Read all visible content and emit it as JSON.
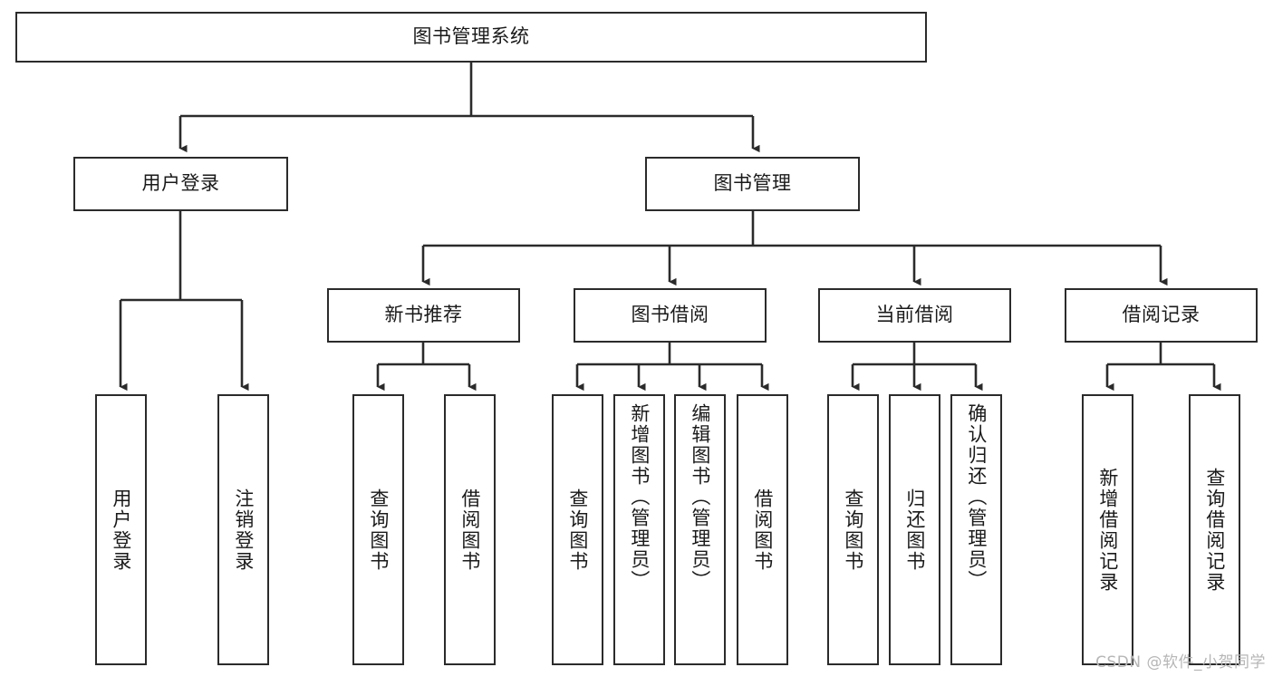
{
  "diagram": {
    "type": "tree-hierarchy",
    "title": "图书管理系统",
    "stroke_color": "#2b2b2b",
    "fill_color": "#ffffff",
    "text_color": "#1a1a1a"
  },
  "nodes": {
    "root": {
      "label": "图书管理系统"
    },
    "level2": [
      {
        "label": "用户登录"
      },
      {
        "label": "图书管理"
      }
    ],
    "level3": [
      {
        "label": "新书推荐"
      },
      {
        "label": "图书借阅"
      },
      {
        "label": "当前借阅"
      },
      {
        "label": "借阅记录"
      }
    ],
    "leaves": {
      "user_login": [
        {
          "label": "用户登录"
        },
        {
          "label": "注销登录"
        }
      ],
      "new_book_recommend": [
        {
          "label": "查询图书"
        },
        {
          "label": "借阅图书"
        }
      ],
      "book_borrow": [
        {
          "label": "查询图书"
        },
        {
          "label": "新增图书（管理员）"
        },
        {
          "label": "编辑图书（管理员）"
        },
        {
          "label": "借阅图书"
        }
      ],
      "current_borrow": [
        {
          "label": "查询图书"
        },
        {
          "label": "归还图书"
        },
        {
          "label": "确认归还（管理员）"
        }
      ],
      "borrow_record": [
        {
          "label": "新增借阅记录"
        },
        {
          "label": "查询借阅记录"
        }
      ]
    }
  },
  "watermark": {
    "text": "CSDN @软件_小贺同学"
  }
}
